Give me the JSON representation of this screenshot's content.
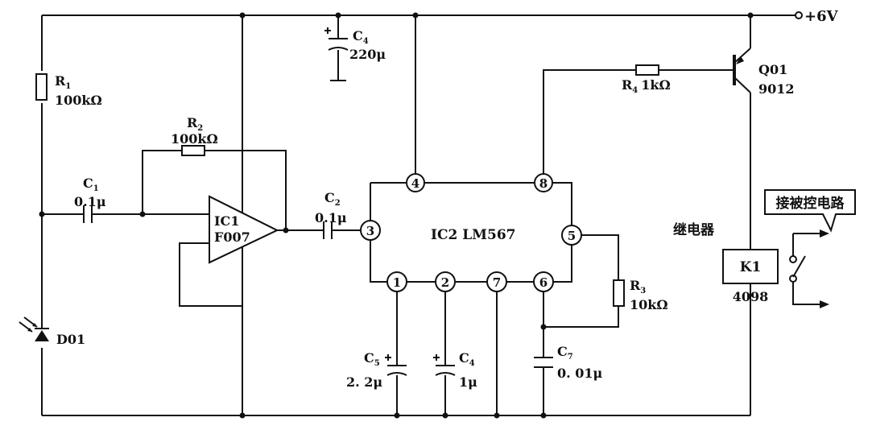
{
  "supply": {
    "label": "+6V"
  },
  "components": {
    "r1": {
      "name": "R",
      "sub": "1",
      "value": "100kΩ"
    },
    "r2": {
      "name": "R",
      "sub": "2",
      "value": "100kΩ"
    },
    "r3": {
      "name": "R",
      "sub": "3",
      "value": "10kΩ"
    },
    "r4": {
      "name": "R",
      "sub": "4",
      "value": "1kΩ"
    },
    "c1": {
      "name": "C",
      "sub": "1",
      "value": "0.1μ"
    },
    "c2": {
      "name": "C",
      "sub": "2",
      "value": "0.1μ"
    },
    "c4_top": {
      "name": "C",
      "sub": "4",
      "value": "220μ"
    },
    "c5": {
      "name": "C",
      "sub": "5",
      "value": "2. 2μ"
    },
    "c4_bottom": {
      "name": "C",
      "sub": "4",
      "value": "1μ"
    },
    "c7": {
      "name": "C",
      "sub": "7",
      "value": "0. 01μ"
    },
    "ic1": {
      "name": "IC1",
      "model": "F007"
    },
    "ic2": {
      "label": "IC2 LM567",
      "pins": [
        "1",
        "2",
        "3",
        "4",
        "5",
        "6",
        "7",
        "8"
      ]
    },
    "q01": {
      "name": "Q01",
      "model": "9012"
    },
    "d01": {
      "name": "D01"
    },
    "k1": {
      "name": "K1",
      "model": "4098",
      "caption": "继电器"
    }
  },
  "callout": {
    "text": "接被控电路"
  }
}
